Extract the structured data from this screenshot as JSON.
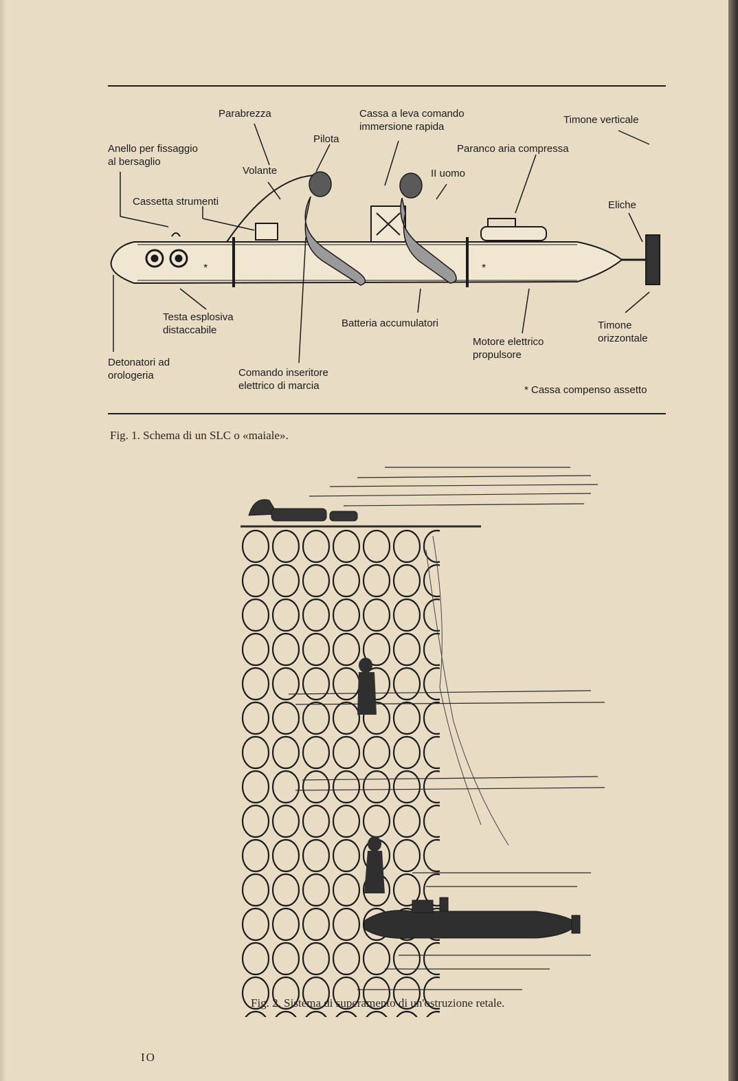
{
  "figure1": {
    "labels": {
      "parabrezza": "Parabrezza",
      "cassa_leva": "Cassa a leva comando\nimmersione rapida",
      "timone_verticale": "Timone verticale",
      "pilota": "Pilota",
      "anello": "Anello per fissaggio\nal bersaglio",
      "paranco": "Paranco aria compressa",
      "volante": "Volante",
      "secondo_uomo": "II uomo",
      "cassetta": "Cassetta strumenti",
      "eliche": "Eliche",
      "testa": "Testa esplosiva\ndistaccabile",
      "batteria": "Batteria accumulatori",
      "timone_orizzontale": "Timone\norizzontale",
      "motore": "Motore elettrico\npropulsore",
      "detonatori": "Detonatori ad\norologeria",
      "comando": "Comando inseritore\nelettrico di marcia",
      "cassa_compenso": "* Cassa compenso assetto",
      "asterisk": "*"
    },
    "caption": "Fig. 1. Schema di un SLC o «maiale»."
  },
  "figure2": {
    "caption": "Fig. 2. Sistema di superamento di un'ostruzione retale."
  },
  "page_number": "IO"
}
